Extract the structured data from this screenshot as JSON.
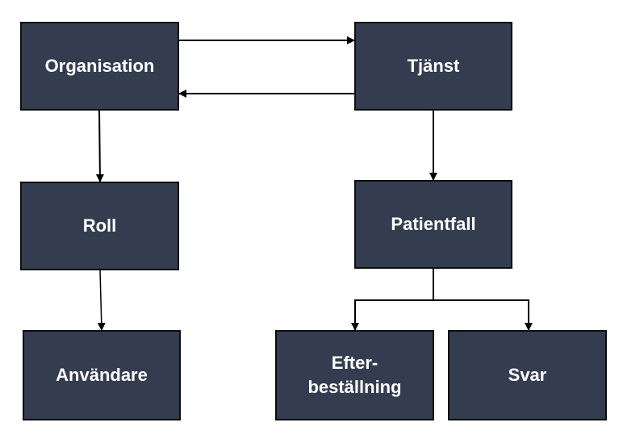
{
  "nodes": {
    "organisation": "Organisation",
    "tjanst": "Tjänst",
    "roll": "Roll",
    "patientfall": "Patientfall",
    "anvandare": "Användare",
    "efterbestallning_line1": "Efter-",
    "efterbestallning_line2": "beställning",
    "svar": "Svar"
  },
  "colors": {
    "box_fill": "#333d4f",
    "box_border": "#0d0d0d",
    "text": "#ffffff",
    "connector": "#000000"
  }
}
